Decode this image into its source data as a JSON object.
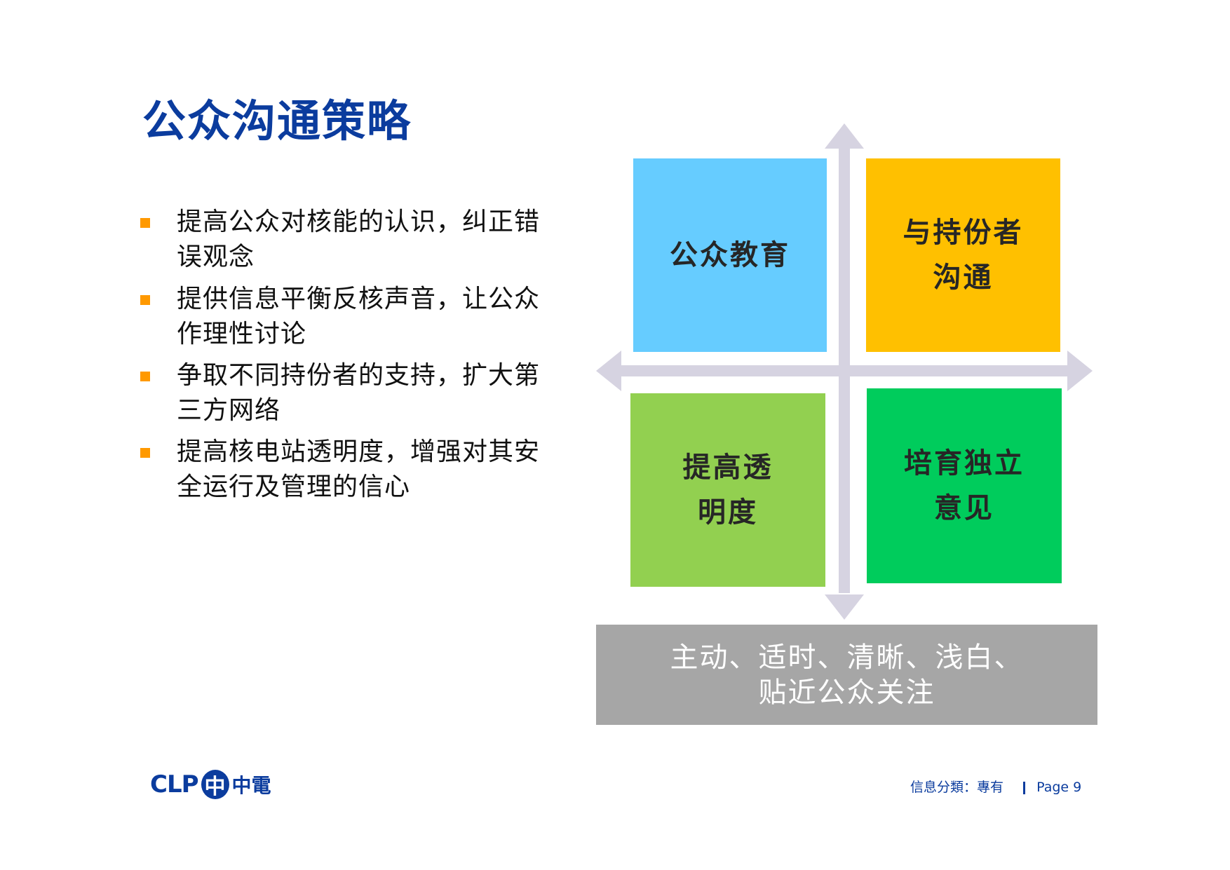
{
  "title": "公众沟通策略",
  "bullets": [
    {
      "line1": "提高公众对核能的认识，纠正错",
      "line2": "误观念"
    },
    {
      "line1": "提供信息平衡反核声音，让公众",
      "line2": "作理性讨论"
    },
    {
      "line1": "争取不同持份者的支持，扩大第",
      "line2": "三方网络"
    },
    {
      "line1": "提高核电站透明度，增强对其安",
      "line2": "全运行及管理的信心"
    }
  ],
  "quadrants": {
    "top_left": {
      "line1": "公众教育",
      "color": "#66CCFF"
    },
    "top_right": {
      "line1": "与持份者",
      "line2": "沟通",
      "color": "#FFC000"
    },
    "bottom_left": {
      "line1": "提高透",
      "line2": "明度",
      "color": "#92D050"
    },
    "bottom_right": {
      "line1": "培育独立",
      "line2": "意见",
      "color": "#00CC5C"
    }
  },
  "principles": {
    "line1": "主动、适时、清晰、浅白、",
    "line2": "贴近公众关注"
  },
  "logo": {
    "text": "CLP",
    "mark": "中",
    "cn": "中電"
  },
  "footer": {
    "classification": "信息分類：專有",
    "page": "Page 9"
  },
  "colors": {
    "title": "#0B3C9E",
    "bullet": "#FF9900",
    "arrow": "#D6D3E1",
    "principles_bg": "#A6A6A6"
  }
}
